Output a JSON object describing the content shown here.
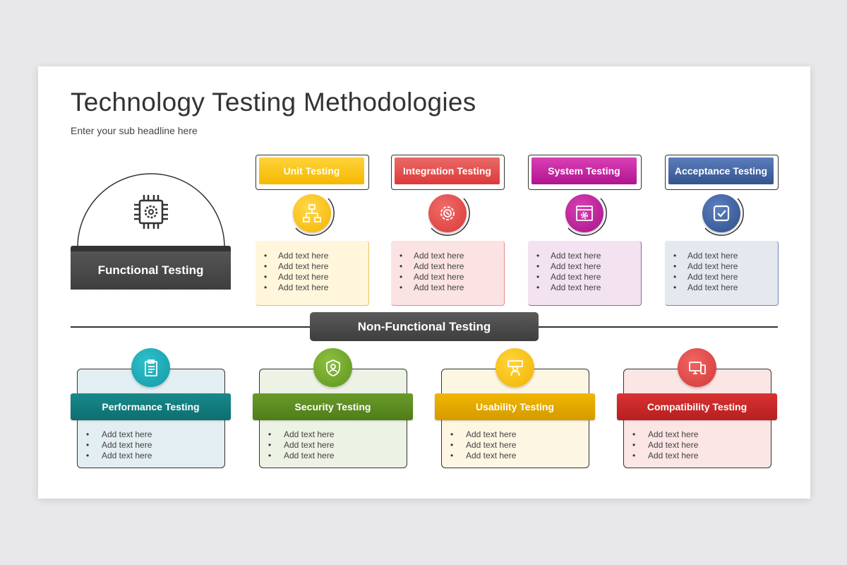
{
  "header": {
    "title": "Technology Testing Methodologies",
    "subtitle": "Enter your sub headline here"
  },
  "functional": {
    "label": "Functional Testing",
    "icon": "cpu-gear-icon"
  },
  "top_columns": [
    {
      "label": "Unit Testing",
      "icon": "flowchart-icon",
      "color": "#f6b800",
      "color_light": "#fff6dc",
      "border": "#e8c25a",
      "bullets": [
        "Add text here",
        "Add text here",
        "Add text here",
        "Add text here"
      ]
    },
    {
      "label": "Integration Testing",
      "icon": "gear-wrench-icon",
      "color": "#e0403e",
      "color_light": "#fbe3e3",
      "border": "#e08a8a",
      "bullets": [
        "Add text here",
        "Add text here",
        "Add text here",
        "Add text here"
      ]
    },
    {
      "label": "System Testing",
      "icon": "browser-gear-icon",
      "color": "#c2189a",
      "color_light": "#f3e3f0",
      "border": "#a45b95",
      "bullets": [
        "Add text here",
        "Add text here",
        "Add text here",
        "Add text here"
      ]
    },
    {
      "label": "Acceptance Testing",
      "icon": "checkbox-icon",
      "color": "#3d5fa0",
      "color_light": "#e4e8ef",
      "border": "#6f86b2",
      "bullets": [
        "Add text here",
        "Add text here",
        "Add text here",
        "Add text here"
      ]
    }
  ],
  "non_functional": {
    "label": "Non-Functional Testing"
  },
  "bottom_columns": [
    {
      "label": "Performance Testing",
      "icon": "clipboard-icon",
      "color": "#127e80",
      "circle": "#1fa7b3",
      "color_light": "#e2eef1",
      "bullets": [
        "Add text here",
        "Add text here",
        "Add text here"
      ]
    },
    {
      "label": "Security Testing",
      "icon": "shield-user-icon",
      "color": "#5a8a1f",
      "circle": "#71a62a",
      "color_light": "#ecf2e4",
      "bullets": [
        "Add text here",
        "Add text here",
        "Add text here"
      ]
    },
    {
      "label": "Usability Testing",
      "icon": "user-screen-icon",
      "color": "#e5a800",
      "circle": "#f7bd0f",
      "color_light": "#fdf6e2",
      "bullets": [
        "Add text here",
        "Add text here",
        "Add text here"
      ]
    },
    {
      "label": "Compatibility  Testing",
      "icon": "devices-icon",
      "color": "#cc2a2a",
      "circle": "#e04848",
      "color_light": "#fbe5e5",
      "bullets": [
        "Add text here",
        "Add text here",
        "Add text here"
      ]
    }
  ]
}
